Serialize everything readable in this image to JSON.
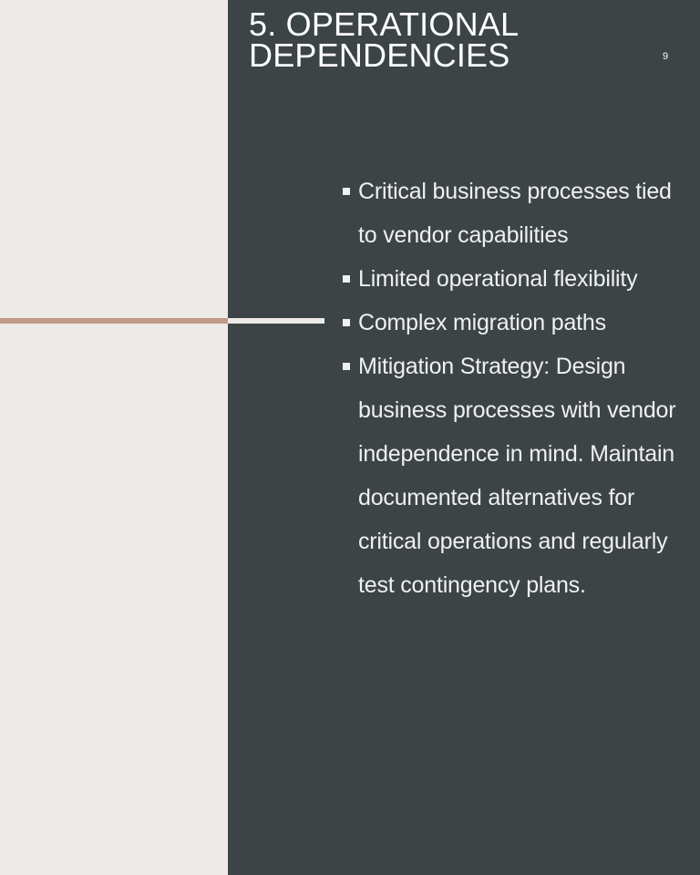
{
  "slide": {
    "title_line1": "5. OPERATIONAL",
    "title_line2": "DEPENDENCIES",
    "page_number": "9"
  },
  "bullets": [
    {
      "text": "Critical business processes tied to vendor capabilities"
    },
    {
      "text": "Limited operational flexibility"
    },
    {
      "text": "Complex migration paths"
    },
    {
      "text": "Mitigation Strategy: Design business processes with vendor independence in mind. Maintain documented alternatives for critical operations and regularly test contingency plans."
    }
  ],
  "colors": {
    "left_background": "#eeeae7",
    "right_background": "#3c4446",
    "accent_copper": "#bf9a86",
    "text_light": "#f0f0f0"
  }
}
